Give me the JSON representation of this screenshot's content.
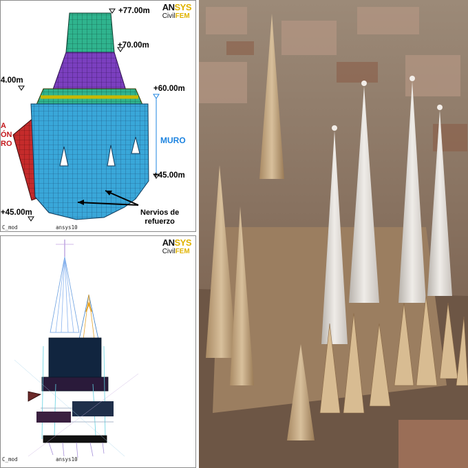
{
  "logo": {
    "an": "AN",
    "sys": "SYS",
    "civil": "Civil",
    "fem": "FEM"
  },
  "panel_top": {
    "levels": {
      "l77": "+77.00m",
      "l70": "+70.00m",
      "l60": "+60.00m",
      "l45r": "+45.00m",
      "l45l": "+45.00m",
      "l4": "4.00m"
    },
    "muro": "MURO",
    "red_lines": [
      "A",
      "ÓN",
      "RO"
    ],
    "nervios": [
      "Nervios de",
      "refuerzo"
    ],
    "tags": {
      "mod": "C_mod",
      "ansys": "ansys10"
    }
  },
  "panel_bottom": {
    "tags": {
      "mod": "C_mod",
      "ansys": "ansys10"
    }
  },
  "photo": {
    "subject": "aerial-view-sagrada-familia-towers"
  },
  "colors": {
    "mesh_blue": "#39a7d9",
    "mesh_green": "#2fb48e",
    "mesh_purple": "#7b3fbf",
    "mesh_red": "#c52b2b",
    "muro_label": "#1e84e0",
    "logo_yellow": "#e0b300"
  }
}
